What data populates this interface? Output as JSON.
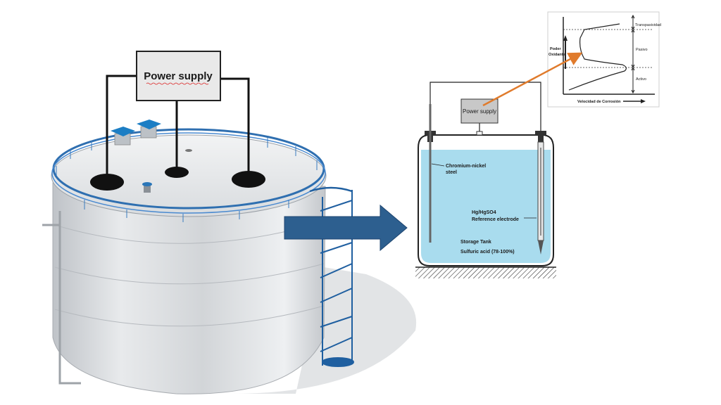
{
  "tank_scene": {
    "power_supply_label": "Power supply"
  },
  "cell_diagram": {
    "power_supply_label": "Power supply",
    "steel_label_line1": "Chromium-nickel",
    "steel_label_line2": "steel",
    "reference_label_line1": "Hg/HgSO4",
    "reference_label_line2": "Reference electrode",
    "tank_label": "Storage Tank",
    "acid_label": "Sulfuric acid (78-100%)"
  },
  "polarization_graph": {
    "y_axis_label_line1": "Poder",
    "y_axis_label_line2": "Oxidante",
    "x_axis_label": "Velocidad de Corrosión",
    "region_top": "Transpasividad",
    "region_middle": "Pasivo",
    "region_bottom": "Activo"
  },
  "colors": {
    "tank_blue": "#1f5fa0",
    "liquid": "#a9dcee",
    "arrow": "#2d5f8f",
    "orange_arrow": "#e07b2c"
  }
}
